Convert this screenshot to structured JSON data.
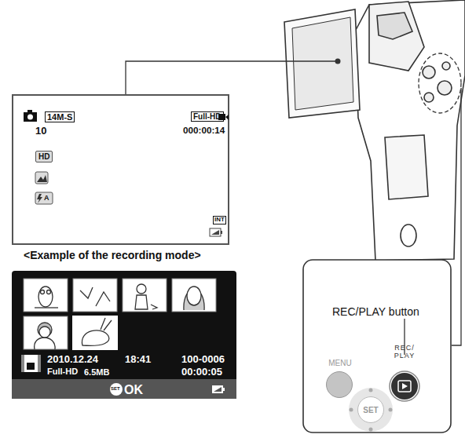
{
  "diagram": {
    "nodes": [
      {
        "text": [
          "14M-S",
          "10",
          "Full-HD",
          "000:00:14",
          "HD",
          "A",
          "INT"
        ]
      },
      {
        "text": [
          "2010.12.24",
          "Full-HD",
          "6.5MB",
          "18:41",
          "100-0006",
          "00:00:05",
          "SET",
          "OK"
        ]
      },
      {
        "text": [
          "REC/PLAY button"
        ]
      },
      {
        "text": [
          "MENU"
        ],
        "in": 2
      },
      {
        "text": [
          "REC/ PLAY"
        ],
        "in": 2
      },
      {
        "text": [
          "SET"
        ],
        "in": 2
      }
    ],
    "labels": [
      "<Example of the recording mode>"
    ]
  }
}
